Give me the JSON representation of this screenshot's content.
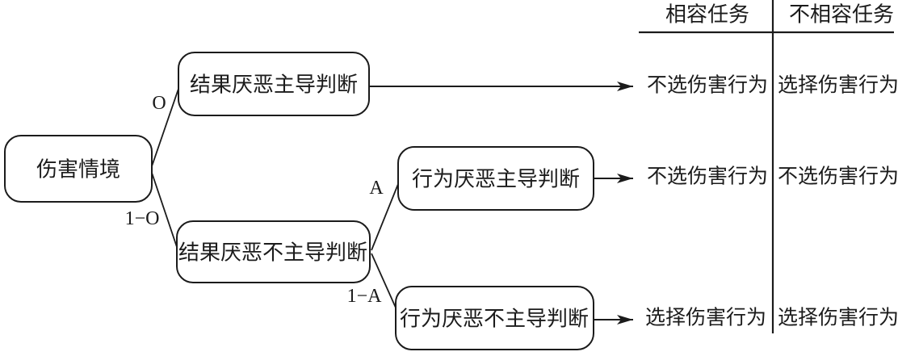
{
  "diagram": {
    "nodes": {
      "root": "伤害情境",
      "outcome_dominant": "结果厌恶主导判断",
      "outcome_not_dominant": "结果厌恶不主导判断",
      "action_dominant": "行为厌恶主导判断",
      "action_not_dominant": "行为厌恶不主导判断"
    },
    "branch_labels": {
      "o": "O",
      "one_minus_o": "1−O",
      "a": "A",
      "one_minus_a": "1−A"
    }
  },
  "table": {
    "headers": {
      "compatible": "相容任务",
      "incompatible": "不相容任务"
    },
    "rows": [
      {
        "compatible": "不选伤害行为",
        "incompatible": "选择伤害行为"
      },
      {
        "compatible": "不选伤害行为",
        "incompatible": "不选伤害行为"
      },
      {
        "compatible": "选择伤害行为",
        "incompatible": "选择伤害行为"
      }
    ]
  },
  "colors": {
    "ink": "#1b1b1b",
    "background": "#ffffff"
  }
}
